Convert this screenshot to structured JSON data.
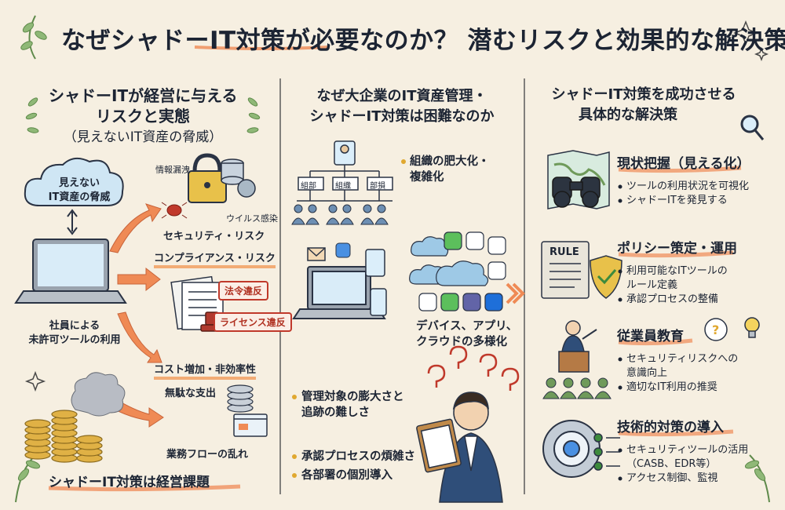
{
  "title": "なぜシャドーIT対策が必要なのか？ 潜むリスクと効果的な解決策",
  "left": {
    "heading_line1": "シャドーITが経営に与える",
    "heading_line2": "リスクと実態",
    "heading_sub": "（見えないIT資産の脅威）",
    "cloud_label_line1": "見えない",
    "cloud_label_line2": "IT資産の脅威",
    "laptop_caption_line1": "社員による",
    "laptop_caption_line2": "未許可ツールの利用",
    "security_info_leak": "情報漏洩",
    "security_virus": "ウイルス感染",
    "security_label": "セキュリティ・リスク",
    "compliance_label": "コンプライアンス・リスク",
    "compliance_tag1": "法令違反",
    "compliance_tag2": "ライセンス違反",
    "cost_label": "コスト増加・非効率性",
    "cost_waste": "無駄な支出",
    "cost_workflow": "業務フローの乱れ",
    "footer": "シャドーIT対策は経営課題"
  },
  "middle": {
    "heading_line1": "なぜ大企業のIT資産管理・",
    "heading_line2": "シャドーIT対策は困難なのか",
    "org_boxes": [
      "組部",
      "組織",
      "部損"
    ],
    "bullet1_line1": "組織の肥大化・",
    "bullet1_line2": "複雑化",
    "devices_line1": "デバイス、アプリ、",
    "devices_line2": "クラウドの多様化",
    "bullet2_line1": "管理対象の膨大さと",
    "bullet2_line2": "追跡の難しさ",
    "bullet3": "承認プロセスの煩雑さ",
    "bullet4": "各部署の個別導入"
  },
  "right": {
    "heading_line1": "シャドーIT対策を成功させる",
    "heading_line2": "具体的な解決策",
    "s1_title": "現状把握（見える化）",
    "s1_b1": "ツールの利用状況を可視化",
    "s1_b2": "シャドーITを発見する",
    "s2_title": "ポリシー策定・運用",
    "s2_book": "RULE",
    "s2_b1_line1": "利用可能なITツールの",
    "s2_b1_line2": "ルール定義",
    "s2_b2": "承認プロセスの整備",
    "s3_title": "従業員教育",
    "s3_b1_line1": "セキュリティリスクへの",
    "s3_b1_line2": "意識向上",
    "s3_b2": "適切なIT利用の推奨",
    "s4_title": "技術的対策の導入",
    "s4_b1_line1": "セキュリティツールの活用",
    "s4_b1_line2": "（CASB、EDR等）",
    "s4_b2": "アクセス制御、監視"
  },
  "colors": {
    "background": "#f6efe1",
    "accent_orange": "#ef8a55",
    "cloud_blue": "#9ec9e6",
    "leaf_green": "#6f9a5a",
    "ink": "#1c2433"
  }
}
